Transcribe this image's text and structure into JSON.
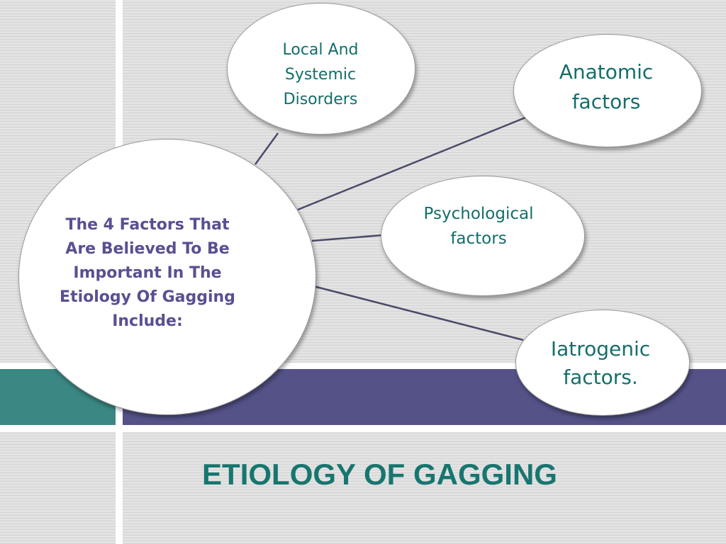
{
  "colors": {
    "background": "#e6e6e6",
    "teal_band": "#3a8783",
    "purple_band": "#545287",
    "node_text": "#146e6a",
    "center_text": "#5a4f93",
    "title_text": "#17766f",
    "connector": "#4a4a6a"
  },
  "diagram": {
    "center": {
      "text": "The 4 Factors That\nAre Believed To Be\nImportant In The\nEtiology Of Gagging\nInclude:"
    },
    "nodes": {
      "local": "Local And\nSystemic\nDisorders",
      "anatomic": "Anatomic\nfactors",
      "psychological": "Psychological\nfactors",
      "iatrogenic": "Iatrogenic\nfactors."
    }
  },
  "slide": {
    "title": "ETIOLOGY OF GAGGING"
  }
}
